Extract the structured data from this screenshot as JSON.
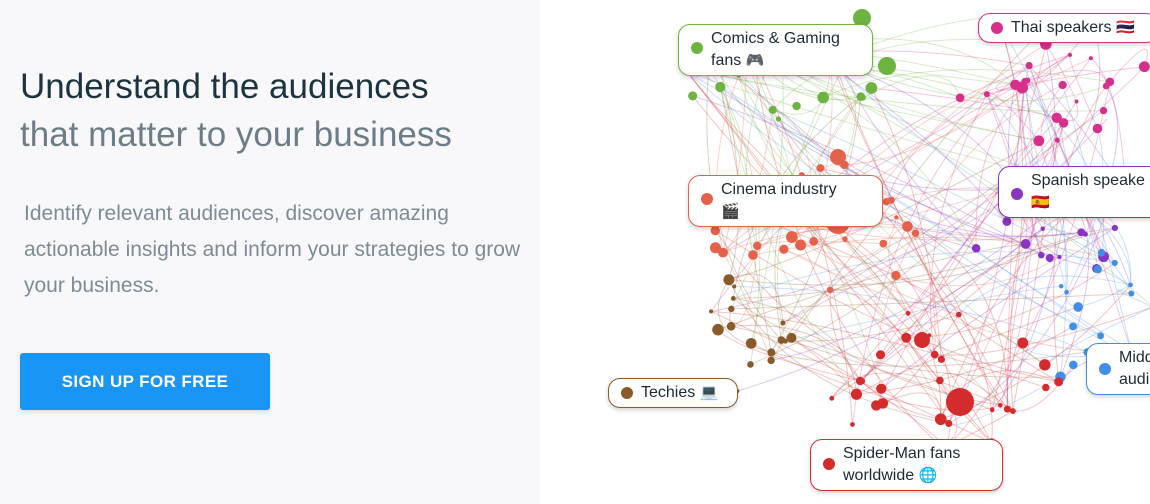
{
  "hero": {
    "headline": "Understand the audiences",
    "subheadline": "that matter to your business",
    "description": "Identify relevant audiences, discover amazing actionable insights and inform your strategies to grow your business.",
    "cta_label": "SIGN UP FOR FREE",
    "cta_color": "#1895f5"
  },
  "audience_graph": {
    "labels": [
      {
        "id": "comics",
        "line1": "Comics & Gaming",
        "line2": "fans",
        "emoji": "🎮",
        "color": "#6db33f"
      },
      {
        "id": "thai",
        "line1": "Thai speakers",
        "line2": "",
        "emoji": "🇹🇭",
        "color": "#d6318a"
      },
      {
        "id": "cinema",
        "line1": "Cinema industry",
        "line2": "",
        "emoji": "🎬",
        "color": "#e5624a"
      },
      {
        "id": "spanish",
        "line1": "Spanish speake",
        "line2": "",
        "emoji": "🇪🇸",
        "color": "#8a34c2"
      },
      {
        "id": "middle",
        "line1": "Midd",
        "line2": "audi",
        "emoji": "",
        "color": "#3f8ee8"
      },
      {
        "id": "techies",
        "line1": "Techies",
        "line2": "",
        "emoji": "💻",
        "color": "#8a5a2b"
      },
      {
        "id": "spiderman",
        "line1": "Spider-Man fans",
        "line2": "worldwide",
        "emoji": "🌐",
        "color": "#d42c2c"
      }
    ]
  }
}
